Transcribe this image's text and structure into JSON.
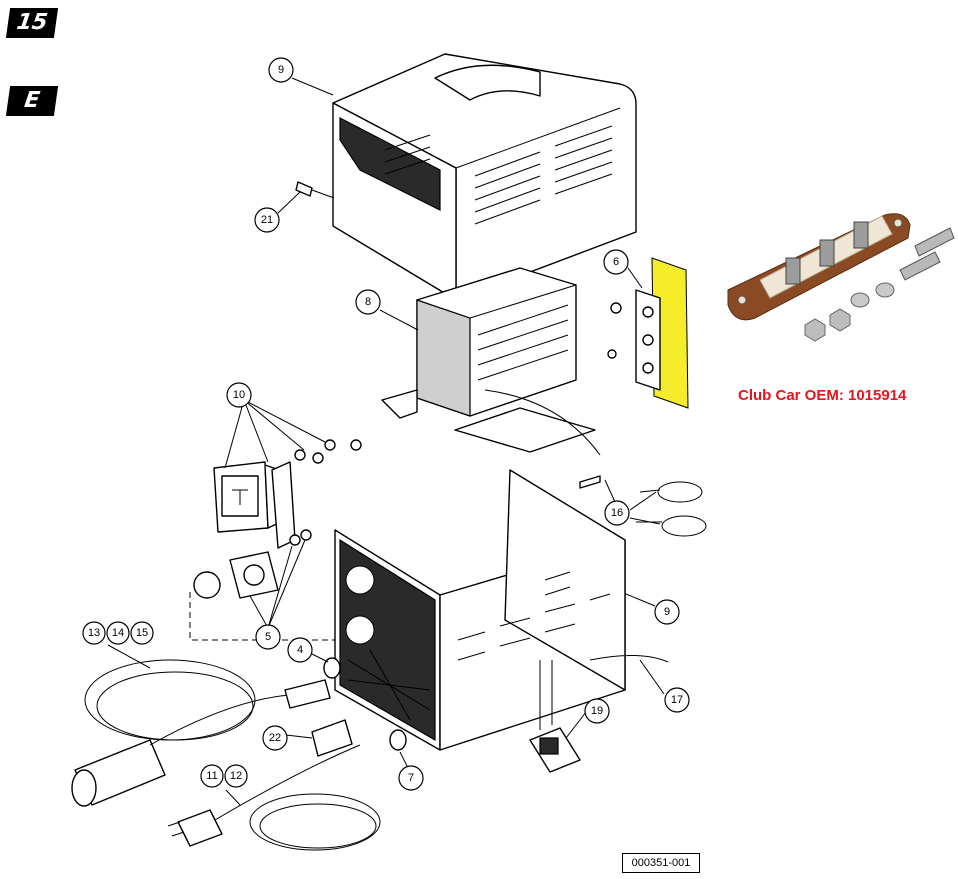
{
  "page_tabs": {
    "number": "15",
    "section": "E"
  },
  "oem_label": "Club Car OEM: 1015914",
  "figure_id": "000351-001",
  "callouts": {
    "c9_top": "9",
    "c21": "21",
    "c8": "8",
    "c6": "6",
    "c10": "10",
    "c16": "16",
    "c9_bottom": "9",
    "c13": "13",
    "c14": "14",
    "c15": "15",
    "c5": "5",
    "c4": "4",
    "c17": "17",
    "c22": "22",
    "c19": "19",
    "c7": "7",
    "c11": "11",
    "c12": "12"
  },
  "colors": {
    "highlight": "#f5ec2a",
    "oem_text": "#e8141b",
    "board": "#8a4a24",
    "ink": "#000000"
  }
}
